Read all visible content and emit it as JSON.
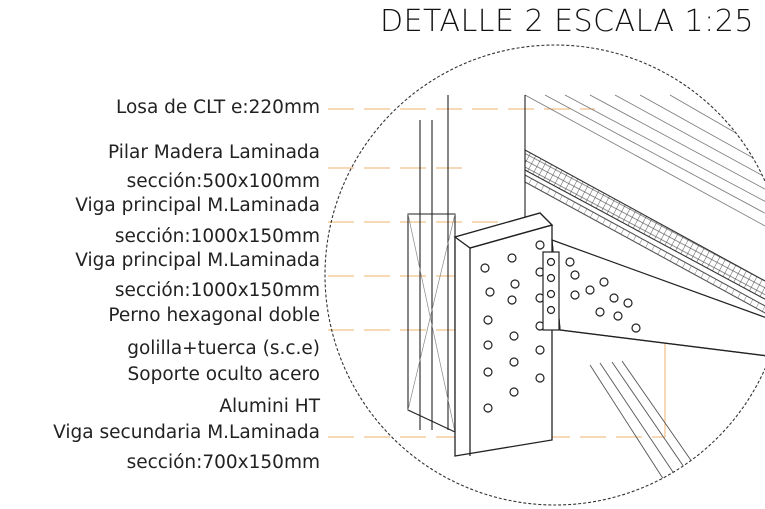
{
  "title": "DETALLE 2 ESCALA 1:25",
  "labels": {
    "losa": "Losa de CLT e:220mm",
    "pilar_1": "Pilar Madera Laminada",
    "pilar_2": "sección:500x100mm",
    "viga_principal_a_1": "Viga principal M.Laminada",
    "viga_principal_a_2": "sección:1000x150mm",
    "viga_principal_b_1": "Viga principal M.Laminada",
    "viga_principal_b_2": "sección:1000x150mm",
    "perno_1": "Perno hexagonal doble",
    "perno_2": "golilla+tuerca (s.c.e)",
    "soporte_1": "Soporte oculto acero",
    "soporte_2": "Alumini HT",
    "viga_secundaria_1": "Viga secundaria M.Laminada",
    "viga_secundaria_2": "sección:700x150mm"
  },
  "colors": {
    "leader": "#f2b36b",
    "line": "#222222"
  }
}
